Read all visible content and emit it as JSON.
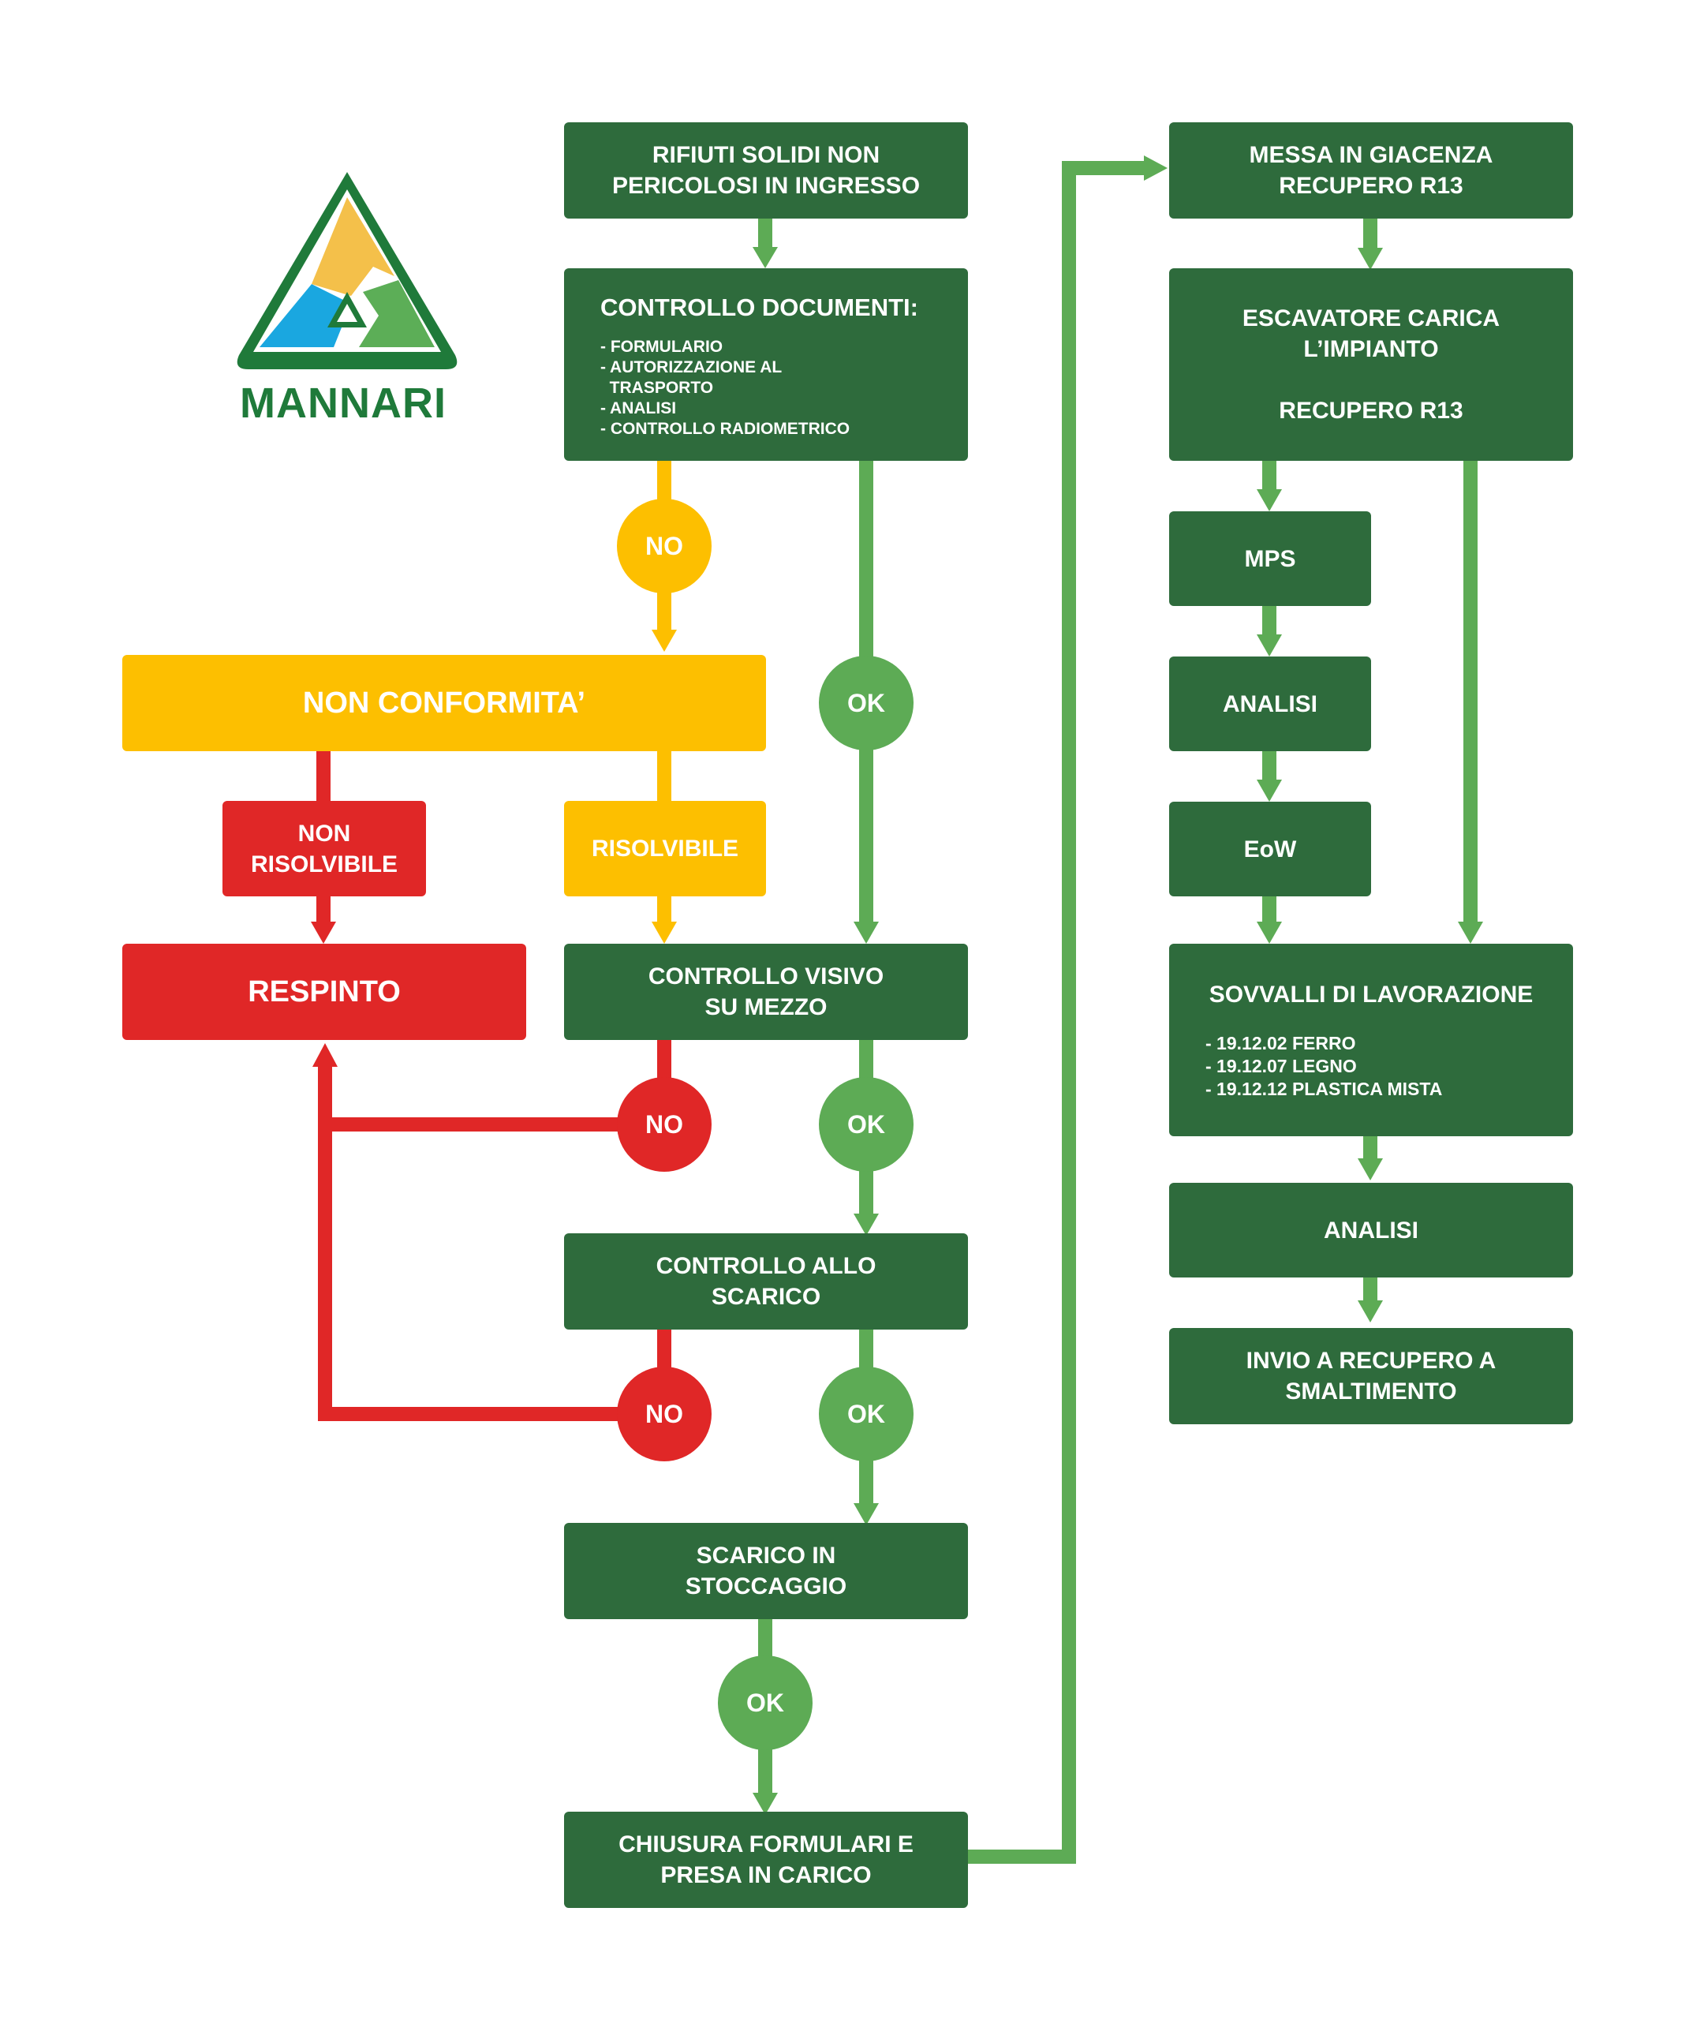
{
  "brand": {
    "name": "MANNARI",
    "colors": {
      "yellow": "#f4c04a",
      "blue": "#1aa7e0",
      "green": "#5cae57",
      "dark_green": "#1f7a3a"
    }
  },
  "colors": {
    "box_green": "#2e6b3c",
    "arrow_green": "#5dab55",
    "yellow": "#fdbf00",
    "red": "#e02727"
  },
  "nodes": {
    "rifiuti": "RIFIUTI SOLIDI NON\nPERICOLOSI IN INGRESSO",
    "controllo_documenti": {
      "title": "CONTROLLO DOCUMENTI:",
      "items": "- FORMULARIO\n- AUTORIZZAZIONE AL\n  TRASPORTO\n- ANALISI\n- CONTROLLO RADIOMETRICO"
    },
    "non_conformita": "NON CONFORMITA’",
    "non_risolvibile": "NON\nRISOLVIBILE",
    "risolvibile": "RISOLVIBILE",
    "respinto": "RESPINTO",
    "controllo_visivo": "CONTROLLO VISIVO\nSU MEZZO",
    "controllo_scarico": "CONTROLLO ALLO\nSCARICO",
    "scarico_stoccaggio": "SCARICO IN\nSTOCCAGGIO",
    "chiusura": "CHIUSURA FORMULARI E\nPRESA IN CARICO",
    "messa_giacenza": "MESSA IN GIACENZA\nRECUPERO R13",
    "escavatore": "ESCAVATORE CARICA\nL’IMPIANTO\n\nRECUPERO R13",
    "mps": "MPS",
    "analisi_1": "ANALISI",
    "eow": "EoW",
    "sovvalli": {
      "title": "SOVVALLI DI LAVORAZIONE",
      "items": "- 19.12.02 FERRO\n- 19.12.07 LEGNO\n- 19.12.12 PLASTICA MISTA"
    },
    "analisi_2": "ANALISI",
    "invio": "INVIO A RECUPERO A\nSMALTIMENTO"
  },
  "badges": {
    "no_documents": "NO",
    "ok_documents": "OK",
    "no_visivo": "NO",
    "ok_visivo": "OK",
    "no_scarico": "NO",
    "ok_scarico": "OK",
    "ok_stoccaggio": "OK"
  }
}
